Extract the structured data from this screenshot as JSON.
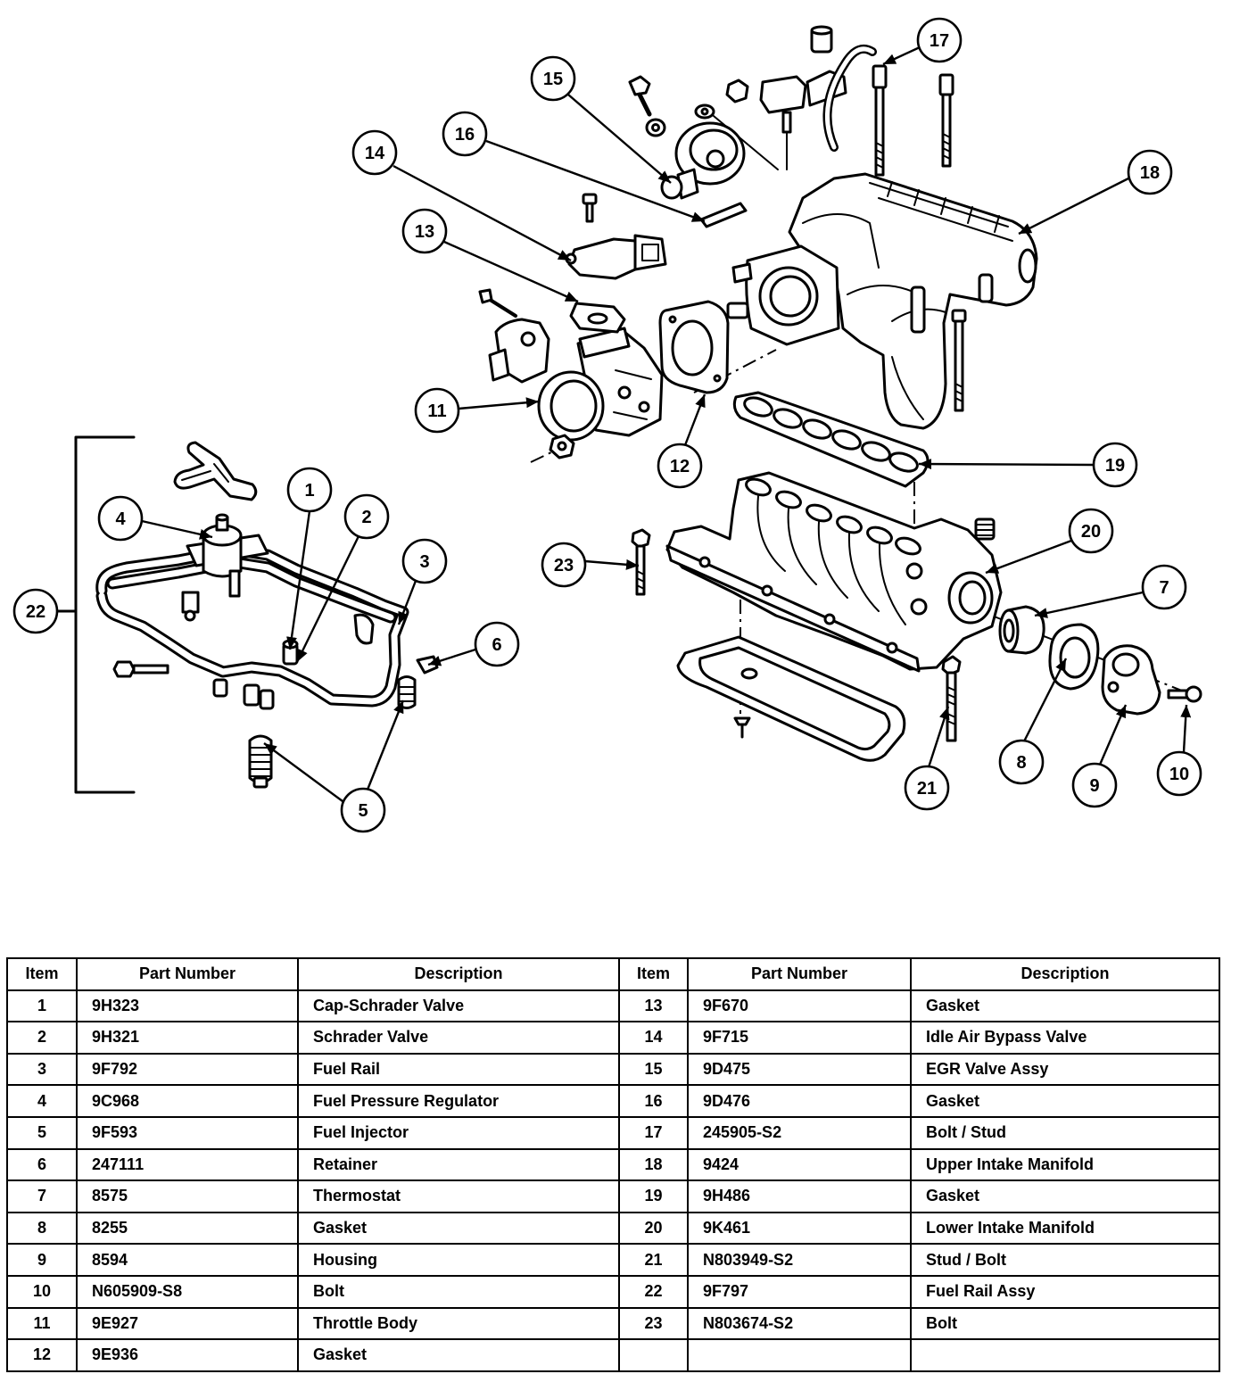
{
  "callouts": [
    "1",
    "2",
    "3",
    "4",
    "5",
    "6",
    "7",
    "8",
    "9",
    "10",
    "11",
    "12",
    "13",
    "14",
    "15",
    "16",
    "17",
    "18",
    "19",
    "20",
    "21",
    "22",
    "23"
  ],
  "parts_table": {
    "headers": [
      "Item",
      "Part Number",
      "Description",
      "Item",
      "Part Number",
      "Description"
    ],
    "items": [
      {
        "item": "1",
        "part_number": "9H323",
        "description": "Cap-Schrader Valve"
      },
      {
        "item": "2",
        "part_number": "9H321",
        "description": "Schrader Valve"
      },
      {
        "item": "3",
        "part_number": "9F792",
        "description": "Fuel Rail"
      },
      {
        "item": "4",
        "part_number": "9C968",
        "description": "Fuel Pressure Regulator"
      },
      {
        "item": "5",
        "part_number": "9F593",
        "description": "Fuel Injector"
      },
      {
        "item": "6",
        "part_number": "247111",
        "description": "Retainer"
      },
      {
        "item": "7",
        "part_number": "8575",
        "description": "Thermostat"
      },
      {
        "item": "8",
        "part_number": "8255",
        "description": "Gasket"
      },
      {
        "item": "9",
        "part_number": "8594",
        "description": "Housing"
      },
      {
        "item": "10",
        "part_number": "N605909-S8",
        "description": "Bolt"
      },
      {
        "item": "11",
        "part_number": "9E927",
        "description": "Throttle Body"
      },
      {
        "item": "12",
        "part_number": "9E936",
        "description": "Gasket"
      },
      {
        "item": "13",
        "part_number": "9F670",
        "description": "Gasket"
      },
      {
        "item": "14",
        "part_number": "9F715",
        "description": "Idle Air Bypass Valve"
      },
      {
        "item": "15",
        "part_number": "9D475",
        "description": "EGR Valve Assy"
      },
      {
        "item": "16",
        "part_number": "9D476",
        "description": "Gasket"
      },
      {
        "item": "17",
        "part_number": "245905-S2",
        "description": "Bolt / Stud"
      },
      {
        "item": "18",
        "part_number": "9424",
        "description": "Upper Intake Manifold"
      },
      {
        "item": "19",
        "part_number": "9H486",
        "description": "Gasket"
      },
      {
        "item": "20",
        "part_number": "9K461",
        "description": "Lower Intake Manifold"
      },
      {
        "item": "21",
        "part_number": "N803949-S2",
        "description": "Stud / Bolt"
      },
      {
        "item": "22",
        "part_number": "9F797",
        "description": "Fuel Rail Assy"
      },
      {
        "item": "23",
        "part_number": "N803674-S2",
        "description": "Bolt"
      }
    ]
  }
}
